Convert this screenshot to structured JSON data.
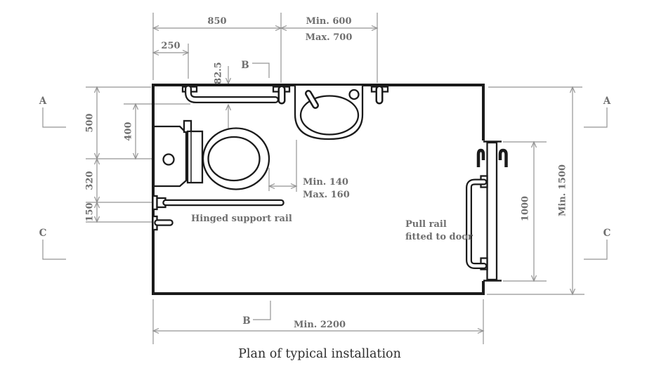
{
  "caption": "Plan of typical installation",
  "colors": {
    "wall": "#1b1b1b",
    "dimension_line": "#949494",
    "dimension_text": "#6f6f6f",
    "caption_text": "#2d2d2d"
  },
  "section_markers": {
    "a": "A",
    "b": "B",
    "c": "C"
  },
  "dimensions": {
    "wc_rail_span": "850",
    "basin_zone_min": "Min. 600",
    "basin_zone_max": "Max. 700",
    "corner_to_rail": "250",
    "wall_to_rail": "82.5",
    "wall_to_wc_centerline": "500",
    "rail_to_wc_centerline": "400",
    "wc_centerline_to_support_rail": "320",
    "support_rail_spacing": "150",
    "wc_to_basin_min": "Min. 140",
    "wc_to_basin_max": "Max. 160",
    "door_pull_rail_length": "1000",
    "room_depth_min": "Min. 1500",
    "room_width_min": "Min. 2200"
  },
  "labels": {
    "hinged_support_rail": "Hinged support rail",
    "pull_rail_line1": "Pull rail",
    "pull_rail_line2": "fitted to door"
  }
}
